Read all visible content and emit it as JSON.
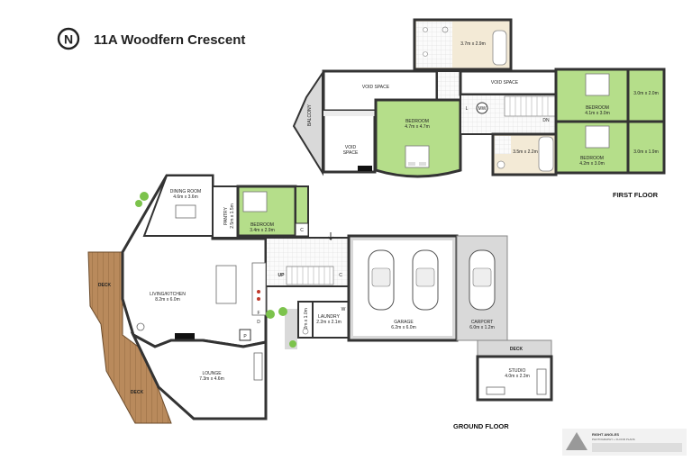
{
  "header": {
    "compass_letter": "N",
    "address": "11A Woodfern Crescent"
  },
  "colors": {
    "wall": "#333333",
    "room_fill": "#ffffff",
    "bedroom_fill": "#b5de8a",
    "exterior_fill": "#d9d9d9",
    "deck_fill": "#b98a5c",
    "wet_fill": "#f3ead6",
    "tree": "#7cc34c"
  },
  "first_floor": {
    "floor_label": "FIRST FLOOR",
    "rooms": {
      "ensuite_top": "3.7m x 2.9m",
      "void_1": "VOID SPACE",
      "void_2": "VOID SPACE",
      "balcony": "BALCONY",
      "master_name": "BEDROOM",
      "master_size": "4.7m x 4.7m",
      "void_3_line1": "VOID",
      "void_3_line2": "SPACE",
      "bed2_name": "BEDROOM",
      "bed2_size": "4.1m x 3.0m",
      "bed3_name": "BEDROOM",
      "bed3_size": "4.2m x 3.0m",
      "closet_1": "3.0m x 2.0m",
      "closet_2": "3.0m x 1.9m",
      "bath_first": "3.5m x 2.2m",
      "l_mark": "L",
      "mw_mark": "MW",
      "dn_mark": "DN"
    }
  },
  "ground_floor": {
    "floor_label": "GROUND FLOOR",
    "rooms": {
      "dining_name": "DINING ROOM",
      "dining_size": "4.6m x 3.6m",
      "pantry": "PANTRY",
      "pantry_size": "2.5m x 1.5m",
      "bed_name": "BEDROOM",
      "bed_size": "3.4m x 2.9m",
      "living_name": "LIVING/KITCHEN",
      "living_size": "8.2m x 6.0m",
      "lounge_name": "LOUNGE",
      "lounge_size": "7.3m x 4.6m",
      "deck_1": "DECK",
      "deck_2": "DECK",
      "laundry_name": "LAUNDRY",
      "laundry_size": "2.2m x 2.1m",
      "wc_size": "2.2m x 1.0m",
      "garage_name": "GARAGE",
      "garage_size": "6.2m x 6.0m",
      "carport_name": "CARPORT",
      "carport_size": "6.0m x 1.2m",
      "studio_name": "STUDIO",
      "studio_size": "4.0m x 2.3m",
      "studio_deck": "DECK",
      "up_mark": "UP",
      "c_mark_1": "C",
      "c_mark_2": "C",
      "w_mark": "W",
      "f_mark": "F",
      "d_mark": "D",
      "p_mark": "P"
    }
  },
  "footer": {
    "brand_line1": "RIGHT ANGLES",
    "brand_line2": "PHOTOGRAPHY + FLOOR PLANS"
  }
}
